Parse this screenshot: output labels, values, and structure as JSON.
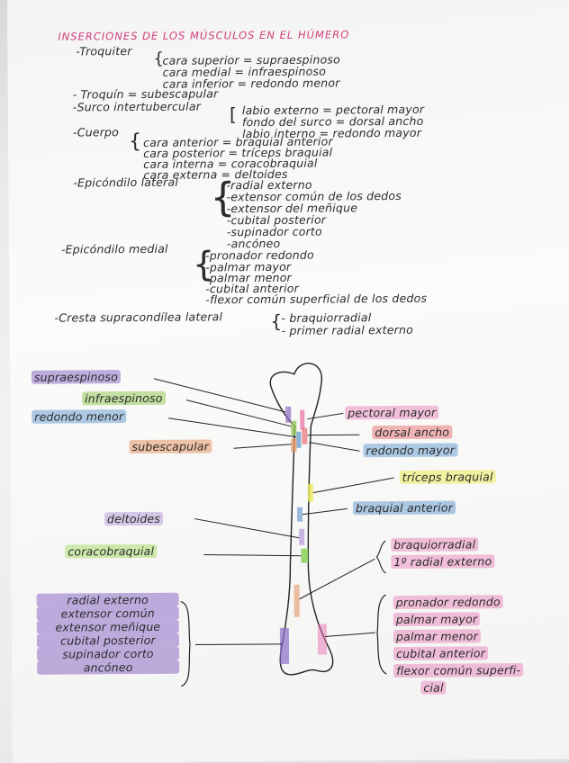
{
  "title": "INSERCIONES DE LOS MÚSCULOS EN EL HÚMERO",
  "notes": {
    "troquiter": {
      "label": "-Troquiter",
      "items": [
        "cara superior = supraespinoso",
        "cara medial = infraespinoso",
        "cara inferior = redondo menor"
      ]
    },
    "troquin": "- Troquín = subescapular",
    "surco": {
      "label": "-Surco intertubercular",
      "items": [
        "labio externo = pectoral mayor",
        "fondo del surco = dorsal ancho",
        "labio interno = redondo mayor"
      ]
    },
    "cuerpo": {
      "label": "-Cuerpo",
      "items": [
        "cara anterior = braquial anterior",
        "cara posterior = tríceps braquial",
        "cara interna = coracobraquial",
        "cara externa = deltoides"
      ]
    },
    "epicondilo_lateral": {
      "label": "-Epicóndilo lateral",
      "items": [
        "-radial externo",
        "-extensor común de los dedos",
        "-extensor del meñique",
        "-cubital posterior",
        "-supinador corto",
        "-ancóneo"
      ]
    },
    "epicondilo_medial": {
      "label": "-Epicóndilo medial",
      "items": [
        "-pronador redondo",
        "-palmar mayor",
        "-palmar menor",
        "-cubital anterior",
        "-flexor común superficial de los dedos"
      ]
    },
    "cresta": {
      "label": "-Cresta supracondílea lateral",
      "items": [
        "- braquiorradial",
        "- primer radial externo"
      ]
    }
  },
  "diagram": {
    "left": {
      "supraespinoso": "supraespinoso",
      "infraespinoso": "infraespinoso",
      "redondo_menor": "redondo menor",
      "subescapular": "subescapular",
      "deltoides": "deltoides",
      "coracobraquial": "coracobraquial",
      "epicondilo_lateral": [
        "radial externo",
        "extensor común",
        "extensor meñique",
        "cubital posterior",
        "supinador corto",
        "ancóneo"
      ]
    },
    "right": {
      "pectoral_mayor": "pectoral mayor",
      "dorsal_ancho": "dorsal ancho",
      "redondo_mayor": "redondo mayor",
      "triceps": "tríceps braquial",
      "braquial_anterior": "braquial anterior",
      "cresta": [
        "braquiorradial",
        "1º radial externo"
      ],
      "epicondilo_medial": [
        "pronador redondo",
        "palmar mayor",
        "palmar menor",
        "cubital anterior",
        "flexor común superfi-",
        "cial"
      ]
    }
  },
  "colors": {
    "title": "#d23c7c",
    "ink": "#2b2b2b"
  }
}
